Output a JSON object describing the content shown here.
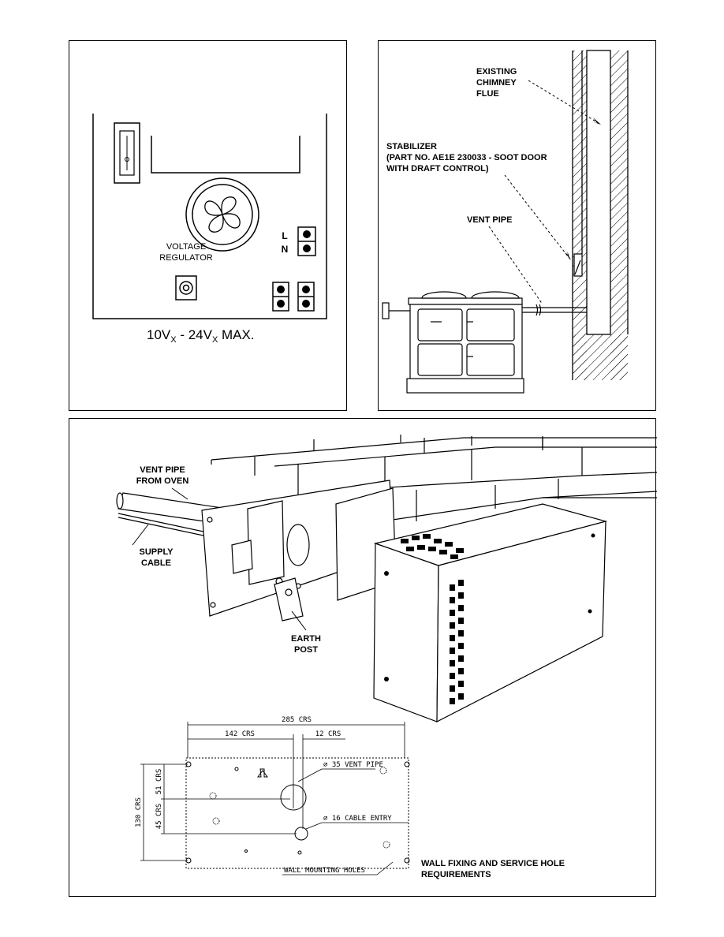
{
  "panel_wiring": {
    "voltage_regulator_line1": "VOLTAGE",
    "voltage_regulator_line2": "REGULATOR",
    "terminal_l": "L",
    "terminal_n": "N",
    "voltage_part1": "10V",
    "voltage_sub1": "X",
    "voltage_part2": " - 24V",
    "voltage_sub2": "X",
    "voltage_part3": " MAX."
  },
  "panel_chimney": {
    "flue_line1": "EXISTING",
    "flue_line2": "CHIMNEY",
    "flue_line3": "FLUE",
    "stabilizer_line1": "STABILIZER",
    "stabilizer_line2": "(PART NO. AE1E 230033 - SOOT DOOR",
    "stabilizer_line3": "WITH DRAFT CONTROL)",
    "vent_pipe": "VENT PIPE"
  },
  "panel_install": {
    "vent_pipe_line1": "VENT PIPE",
    "vent_pipe_line2": "FROM OVEN",
    "supply_line1": "SUPPLY",
    "supply_line2": "CABLE",
    "earth_line1": "EARTH",
    "earth_line2": "POST",
    "dim_285": "285 CRS",
    "dim_142": "142 CRS",
    "dim_12": "12 CRS",
    "dim_130": "130 CRS",
    "dim_51": "51 CRS",
    "dim_45": "45 CRS",
    "vent_dia": "35 VENT PIPE",
    "cable_dia": "16 CABLE ENTRY",
    "mounting_holes": "WALL MOUNTING HOLES",
    "caption_line1": "WALL FIXING AND SERVICE HOLE",
    "caption_line2": "REQUIREMENTS"
  }
}
